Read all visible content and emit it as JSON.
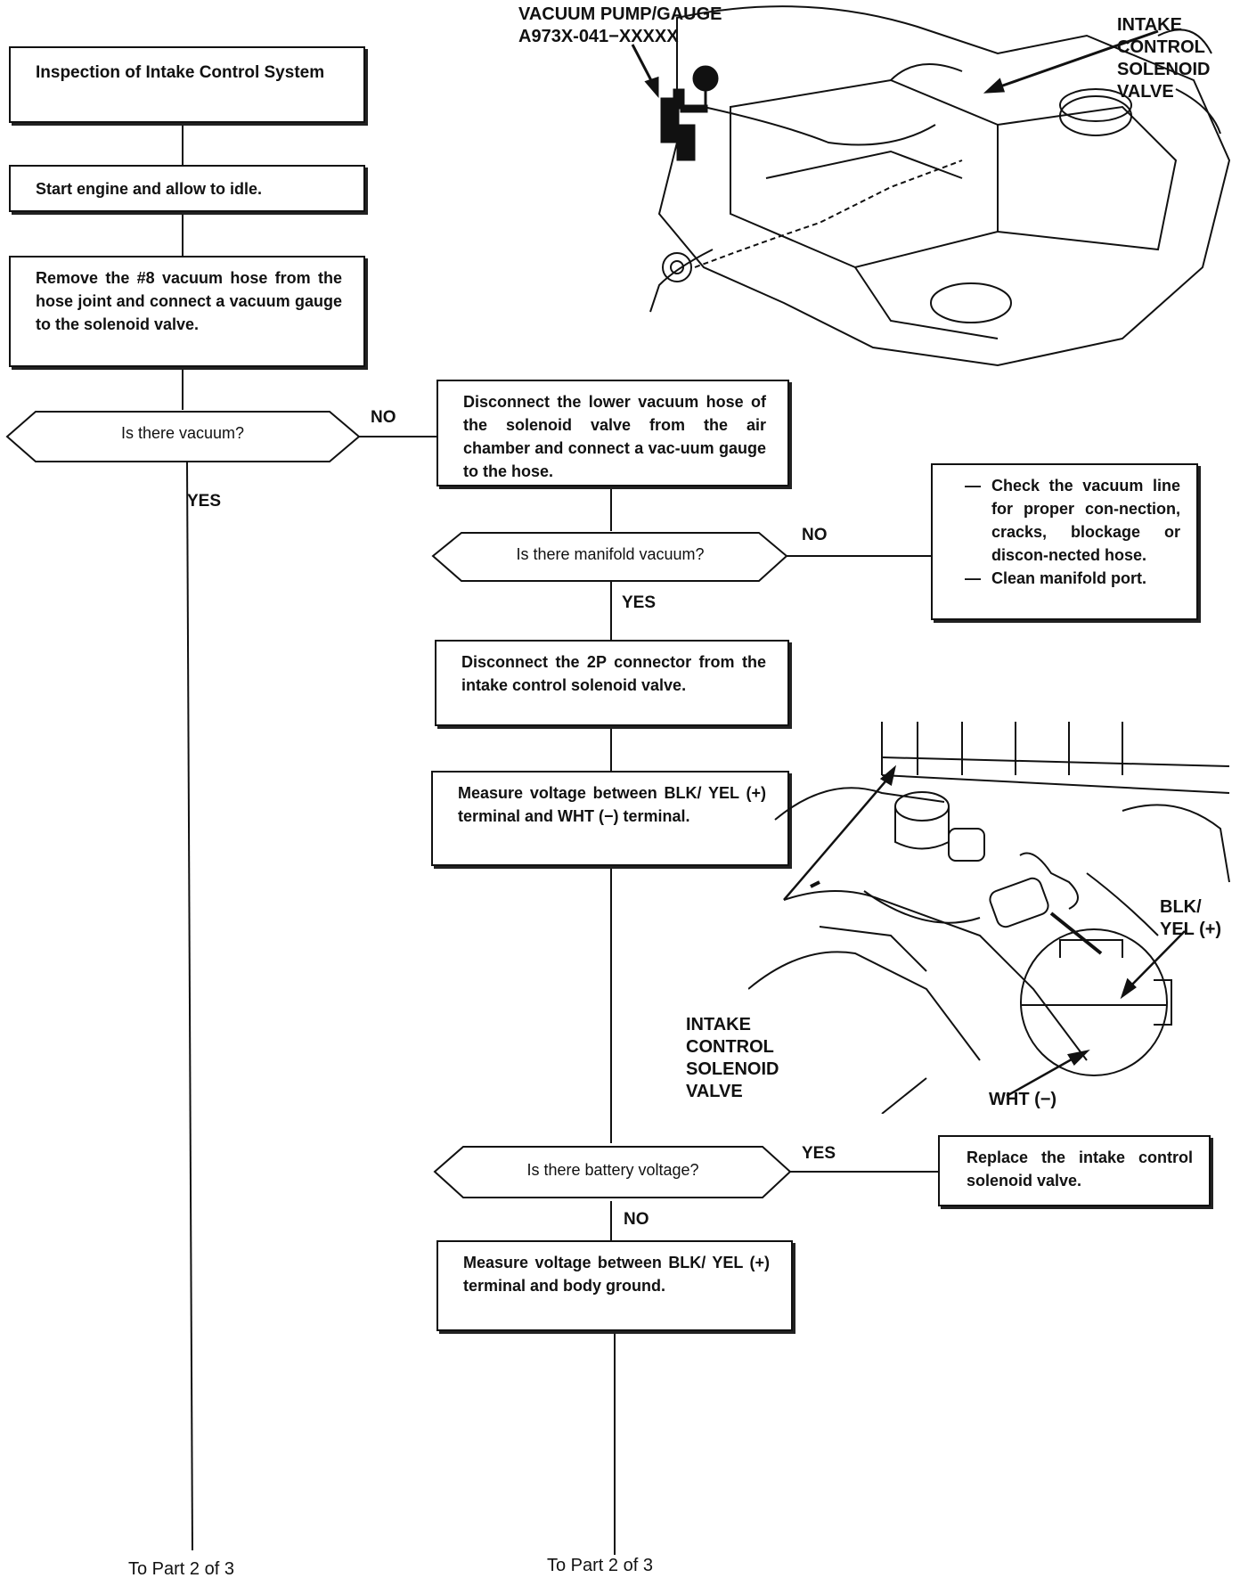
{
  "start_box": {
    "text": "Inspection of Intake Control System"
  },
  "steps": {
    "start_engine": "Start engine and allow to idle.",
    "remove_hose": "Remove the #8 vacuum hose from the hose joint and connect a vacuum gauge to the solenoid valve.",
    "disconnect_lower": "Disconnect the lower vacuum hose of the solenoid valve from the air chamber and connect a vac-uum gauge to the hose.",
    "disconnect_2p": "Disconnect the 2P connector from the intake control solenoid valve.",
    "measure_voltage_1": "Measure voltage between BLK/ YEL (+) terminal and WHT (−) terminal.",
    "measure_voltage_2": "Measure voltage between BLK/ YEL (+) terminal and body ground.",
    "replace_valve": "Replace the intake control solenoid valve."
  },
  "check_box": {
    "items": [
      "Check the vacuum line for proper con-nection, cracks, blockage or discon-nected hose.",
      "Clean manifold port."
    ]
  },
  "decisions": {
    "vacuum": "Is there vacuum?",
    "manifold_vacuum": "Is there manifold vacuum?",
    "battery_voltage": "Is there battery voltage?"
  },
  "branch_labels": {
    "no": "NO",
    "yes": "YES"
  },
  "callouts": {
    "pump_gauge_line1": "VACUUM PUMP/GAUGE",
    "pump_gauge_line2": "A973X-041−XXXXX",
    "solenoid_top": [
      "INTAKE",
      "CONTROL",
      "SOLENOID",
      "VALVE"
    ],
    "solenoid_bottom": [
      "INTAKE",
      "CONTROL",
      "SOLENOID",
      "VALVE"
    ],
    "blk_yel": [
      "BLK/",
      "YEL (+)"
    ],
    "wht": "WHT (−)"
  },
  "footer": {
    "left": "To Part 2 of 3",
    "right": "To Part 2 of 3"
  }
}
